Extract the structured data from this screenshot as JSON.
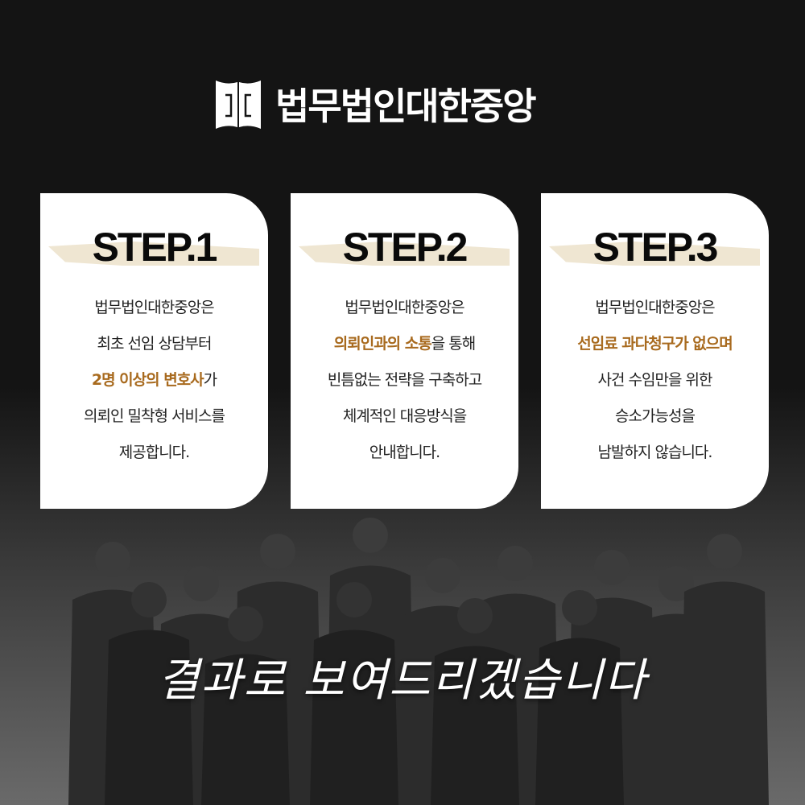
{
  "brand": {
    "name": "법무법인대한중앙",
    "icon": "open-door-icon"
  },
  "steps": [
    {
      "label": "STEP.1",
      "lines": [
        {
          "pre": "법무법인대한중앙은"
        },
        {
          "pre": "최초 선임 상담부터"
        },
        {
          "hl": "2명 이상의 변호사",
          "post": "가"
        },
        {
          "pre": "의뢰인 밀착형 서비스를"
        },
        {
          "pre": "제공합니다."
        }
      ]
    },
    {
      "label": "STEP.2",
      "lines": [
        {
          "pre": "법무법인대한중앙은"
        },
        {
          "hl": "의뢰인과의 소통",
          "post": "을 통해"
        },
        {
          "pre": "빈틈없는 전략을 구축하고"
        },
        {
          "pre": "체계적인 대응방식을"
        },
        {
          "pre": "안내합니다."
        }
      ]
    },
    {
      "label": "STEP.3",
      "lines": [
        {
          "pre": "법무법인대한중앙은"
        },
        {
          "hl": "선임료 과다청구가 없으며"
        },
        {
          "pre": "사건 수임만을 위한"
        },
        {
          "pre": "승소가능성을"
        },
        {
          "pre": "남발하지 않습니다."
        }
      ]
    }
  ],
  "slogan": "결과로 보여드리겠습니다",
  "colors": {
    "accent": "#a86a1e",
    "tape": "#efe6d2"
  }
}
